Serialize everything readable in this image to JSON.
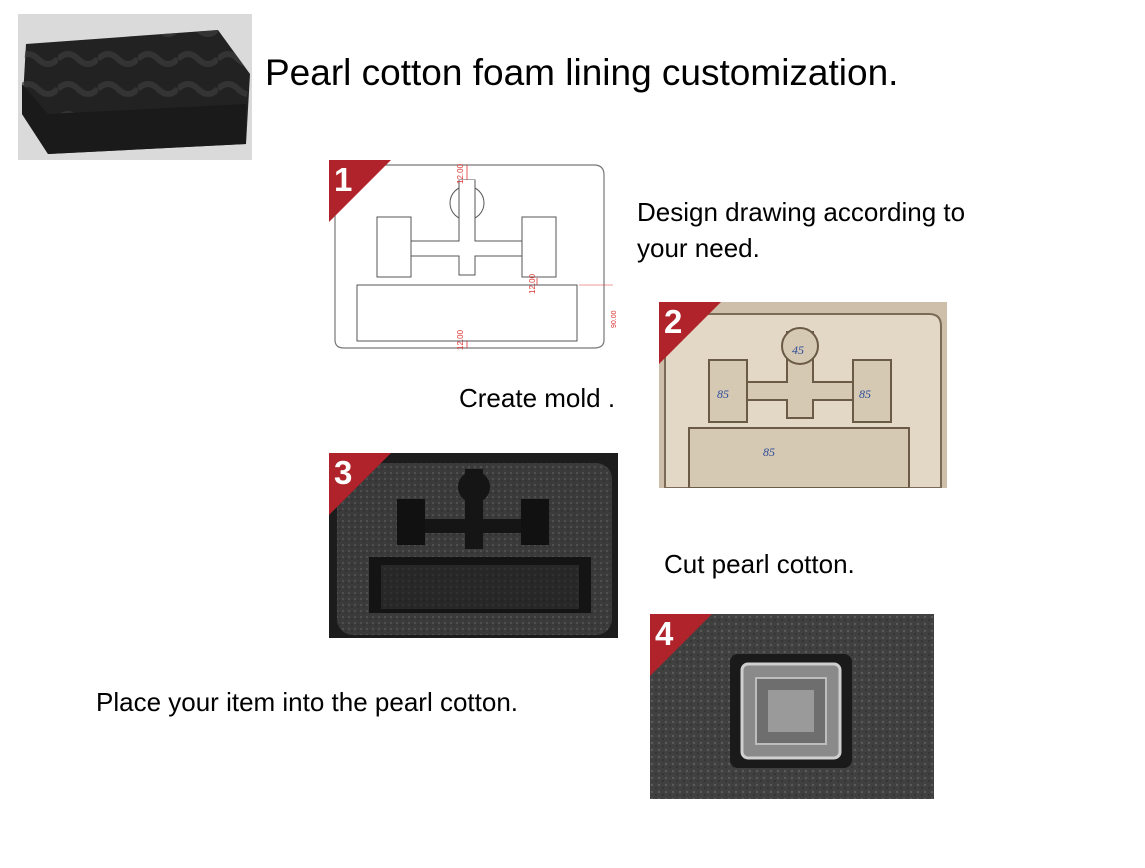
{
  "title": "Pearl cotton foam lining customization.",
  "steps": [
    {
      "number": "1",
      "text_line1": "Design drawing according to",
      "text_line2": "your need."
    },
    {
      "number": "2",
      "text": "Create mold ."
    },
    {
      "number": "3",
      "text": "Cut pearl cotton."
    },
    {
      "number": "4",
      "text": "Place your item into the pearl cotton."
    }
  ],
  "drawing_dims": {
    "top": "12.00",
    "mid": "12.00",
    "bottom": "12.00",
    "right": "90.00"
  },
  "mold_labels": {
    "center": "45",
    "left": "85",
    "right": "85",
    "bottom": "85"
  },
  "colors": {
    "badge": "#b0232a",
    "foam": "#2a2a2a",
    "wood": "#d8cbb8"
  }
}
